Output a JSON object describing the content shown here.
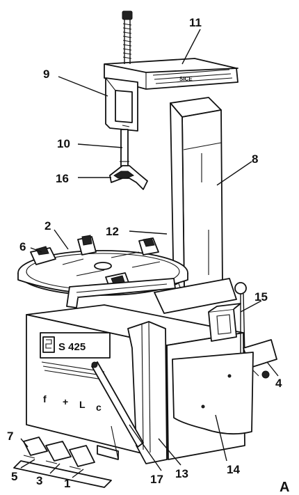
{
  "figure": {
    "letter": "A",
    "model_badge": "S 425",
    "arm_mark": "SICE",
    "panel_glyphs": [
      "f",
      "+",
      "L",
      "c"
    ]
  },
  "callouts": [
    {
      "id": "9",
      "label": "9"
    },
    {
      "id": "11",
      "label": "11"
    },
    {
      "id": "10",
      "label": "10"
    },
    {
      "id": "16",
      "label": "16"
    },
    {
      "id": "8",
      "label": "8"
    },
    {
      "id": "2",
      "label": "2"
    },
    {
      "id": "12",
      "label": "12"
    },
    {
      "id": "6",
      "label": "6"
    },
    {
      "id": "15",
      "label": "15"
    },
    {
      "id": "4",
      "label": "4"
    },
    {
      "id": "7",
      "label": "7"
    },
    {
      "id": "5",
      "label": "5"
    },
    {
      "id": "3",
      "label": "3"
    },
    {
      "id": "1",
      "label": "1"
    },
    {
      "id": "17",
      "label": "17"
    },
    {
      "id": "13",
      "label": "13"
    },
    {
      "id": "14",
      "label": "14"
    }
  ]
}
